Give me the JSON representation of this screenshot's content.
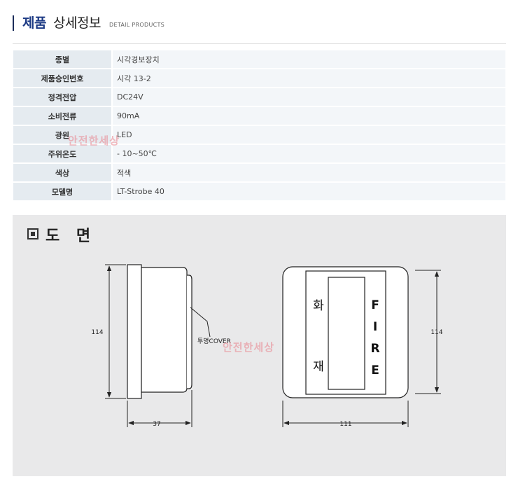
{
  "header": {
    "title_main": "제품",
    "title_sub": "상세정보",
    "title_en": "DETAIL PRODUCTS"
  },
  "specs": [
    {
      "label": "종별",
      "value": "시각경보장치"
    },
    {
      "label": "제품승인번호",
      "value": "시각 13-2"
    },
    {
      "label": "정격전압",
      "value": "DC24V"
    },
    {
      "label": "소비전류",
      "value": "90mA"
    },
    {
      "label": "광원",
      "value": "LED"
    },
    {
      "label": "주위온도",
      "value": "- 10~50℃"
    },
    {
      "label": "색상",
      "value": "적색"
    },
    {
      "label": "모델명",
      "value": "LT-Strobe 40"
    }
  ],
  "watermark": "안전한세상",
  "drawing": {
    "title": "도 면",
    "side": {
      "height_label": "114",
      "depth_label": "37",
      "cover_label": "투명COVER"
    },
    "front": {
      "height_label": "114",
      "width_label": "111",
      "left_text": [
        "화",
        "재"
      ],
      "right_text": [
        "F",
        "I",
        "R",
        "E"
      ]
    }
  }
}
